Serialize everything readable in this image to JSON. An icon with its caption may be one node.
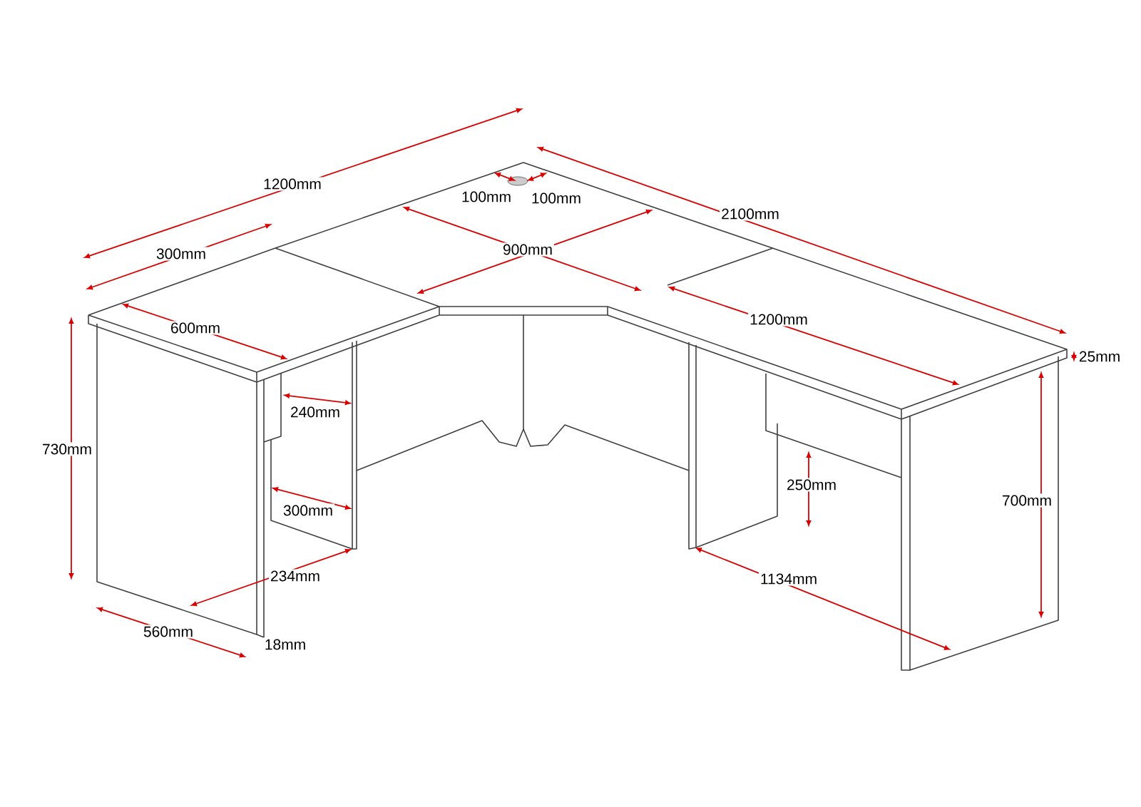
{
  "diagram": {
    "labels": [
      "1200mm",
      "100mm",
      "100mm",
      "2100mm",
      "900mm",
      "300mm",
      "600mm",
      "1200mm",
      "25mm",
      "240mm",
      "730mm",
      "250mm",
      "700mm",
      "300mm",
      "234mm",
      "1134mm",
      "560mm",
      "18mm"
    ]
  }
}
